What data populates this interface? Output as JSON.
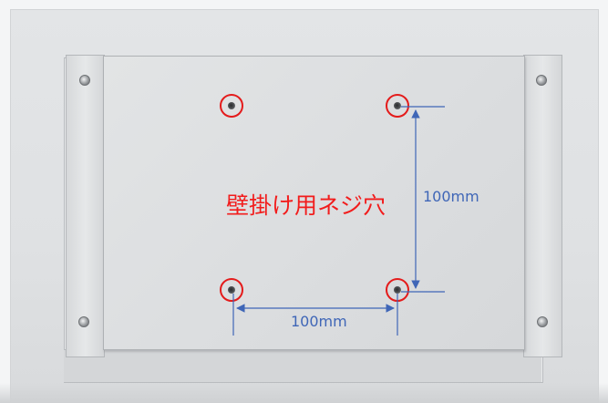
{
  "annotation": {
    "title": "壁掛け用ネジ穴",
    "vertical_dimension": "100mm",
    "horizontal_dimension": "100mm"
  },
  "colors": {
    "highlight": "#e41b1b",
    "dimension": "#3f66b7",
    "panel": "#dfe1e3"
  },
  "icons": [
    "screw-icon",
    "mounting-hole-icon"
  ]
}
